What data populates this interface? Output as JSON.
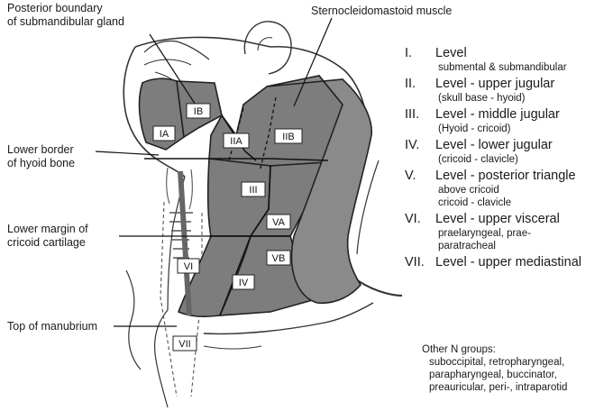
{
  "callouts": {
    "posterior_boundary": [
      "Posterior boundary",
      "of submandibular gland"
    ],
    "scm": "Sternocleidomastoid muscle",
    "hyoid": [
      "Lower border",
      "of hyoid bone"
    ],
    "cricoid": [
      "Lower margin of",
      "cricoid cartilage"
    ],
    "manubrium": "Top of manubrium"
  },
  "region_labels": {
    "ia": "IA",
    "ib": "IB",
    "iia": "IIA",
    "iib": "IIB",
    "iii": "III",
    "iv": "IV",
    "va": "VA",
    "vb": "VB",
    "vi": "VI",
    "vii": "VII"
  },
  "levels": [
    {
      "num": "I.",
      "title": "Level",
      "details": [
        "submental & submandibular"
      ]
    },
    {
      "num": "II.",
      "title": "Level - upper  jugular",
      "details": [
        "(skull base - hyoid)"
      ]
    },
    {
      "num": "III.",
      "title": "Level - middle jugular",
      "details": [
        "(Hyoid - cricoid)"
      ]
    },
    {
      "num": "IV.",
      "title": "Level - lower jugular",
      "details": [
        "(cricoid - clavicle)"
      ]
    },
    {
      "num": "V.",
      "title": "Level - posterior triangle",
      "details": [
        "above cricoid",
        "cricoid - clavicle"
      ]
    },
    {
      "num": "VI.",
      "title": "Level  - upper visceral",
      "details": [
        "praelaryngeal, prae-",
        "paratracheal"
      ]
    },
    {
      "num": "VII.",
      "title": "Level  - upper mediastinal",
      "details": []
    }
  ],
  "other_groups": {
    "title": "Other N groups:",
    "lines": [
      "suboccipital, retropharyngeal,",
      "parapharyngeal, buccinator,",
      "preauricular, peri-, intraparotid"
    ]
  },
  "colors": {
    "region_fill": "#7d7d7d",
    "outline": "#222222",
    "skin": "#ffffff"
  }
}
